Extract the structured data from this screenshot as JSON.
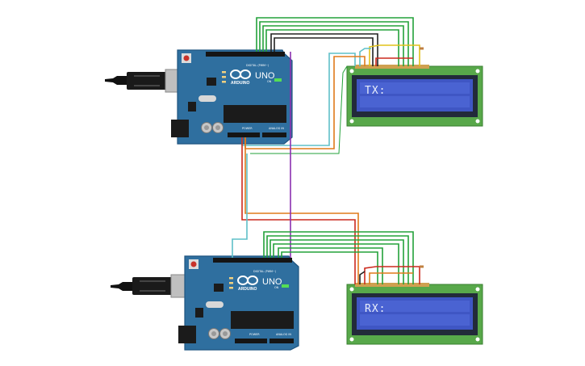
{
  "boards": [
    {
      "id": "top",
      "brand_text": "ARDUINO",
      "model_text": "UNO",
      "on_label": "ON",
      "digital_header": "DIGITAL (PWM~)",
      "power_header": "POWER",
      "analog_header": "ANALOG IN",
      "lcd_text": "TX:"
    },
    {
      "id": "bottom",
      "brand_text": "ARDUINO",
      "model_text": "UNO",
      "on_label": "ON",
      "digital_header": "DIGITAL (PWM~)",
      "power_header": "POWER",
      "analog_header": "ANALOG IN",
      "lcd_text": "RX:"
    }
  ],
  "colors": {
    "board": "#2f6f9f",
    "board_edge": "#1f5580",
    "lcd_pcb": "#58a84a",
    "lcd_screen": "#3f56c4",
    "lcd_frame": "#222a3a",
    "wire_green": "#23a23a",
    "wire_black": "#222222",
    "wire_red": "#cc2a1e",
    "wire_orange": "#e07a1a",
    "wire_yellow": "#e2c21a",
    "wire_cyan": "#5fc0c8",
    "wire_purple": "#8a2fb0"
  }
}
